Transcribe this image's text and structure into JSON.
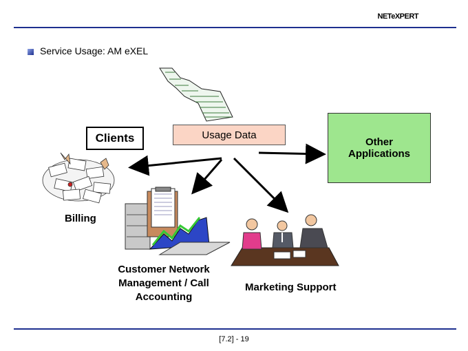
{
  "header": {
    "brand": "NETeXPERT"
  },
  "slide": {
    "subtitle": "Service Usage: AM eXEL"
  },
  "diagram": {
    "clients_label": "Clients",
    "usage_label": "Usage Data",
    "other_line1": "Other",
    "other_line2": "Applications",
    "billing_label": "Billing",
    "cnm_line1": "Customer Network",
    "cnm_line2": "Management / Call",
    "cnm_line3": "Accounting",
    "marketing_label": "Marketing Support"
  },
  "footer": {
    "page": "[7.2] - 19"
  },
  "colors": {
    "rule": "#1d2f8f",
    "usage_box": "#fbd5c5",
    "other_box": "#9ee68e"
  }
}
